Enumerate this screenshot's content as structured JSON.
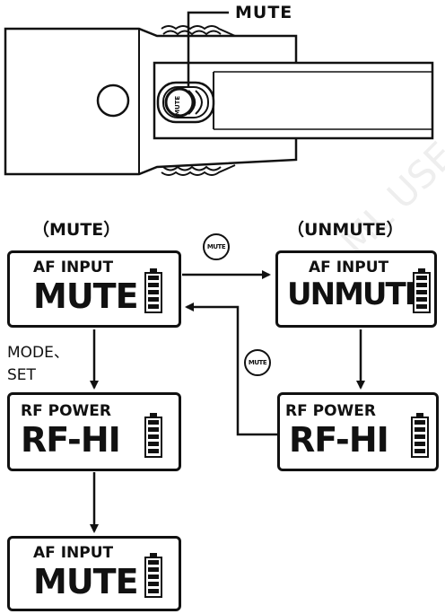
{
  "device": {
    "callout_label": "MUTE",
    "switch_label": "MUTE"
  },
  "watermark": "FOR ML USE",
  "states": {
    "mute_caption": "（MUTE）",
    "unmute_caption": "（UNMUTE）"
  },
  "arrows": {
    "mute_badge": "MUTE",
    "mode_label_line1": "MODE、",
    "mode_label_line2": "SET"
  },
  "panels": {
    "mute_af": {
      "line1": "AF INPUT",
      "line2": "MUTE"
    },
    "unmute_af": {
      "line1": "AF INPUT",
      "line2": "UNMUTE"
    },
    "left_rf": {
      "line1": "RF  POWER",
      "line2": "RF-HI"
    },
    "right_rf": {
      "line1": "RF  POWER",
      "line2": "RF-HI"
    },
    "bottom_af": {
      "line1": "AF INPUT",
      "line2": "MUTE"
    }
  },
  "battery": {
    "bars": 5
  }
}
